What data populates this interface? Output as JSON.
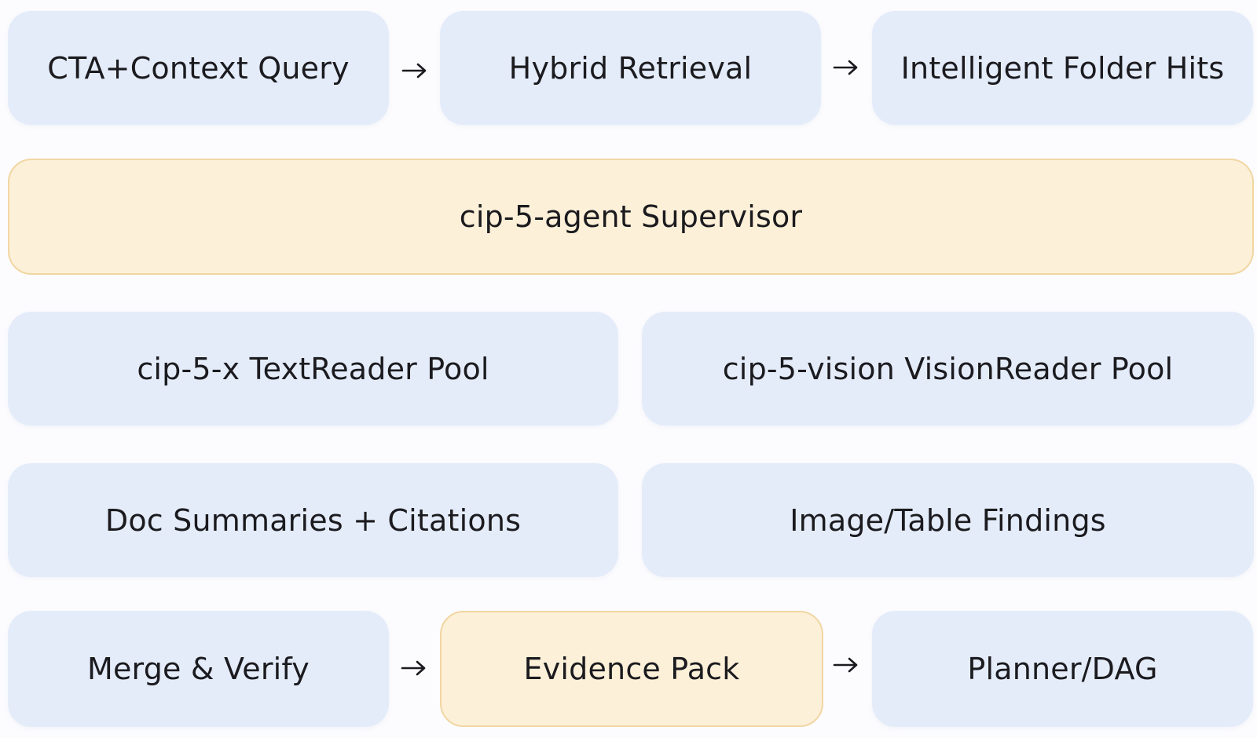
{
  "diagram": {
    "row1": {
      "query": "CTA+Context Query",
      "retrieval": "Hybrid Retrieval",
      "folder_hits": "Intelligent Folder Hits"
    },
    "supervisor": "cip-5-agent Supervisor",
    "pools": {
      "text_reader": "cip-5-x TextReader Pool",
      "vision_reader": "cip-5-vision VisionReader Pool"
    },
    "findings": {
      "doc_summaries": "Doc Summaries + Citations",
      "image_table": "Image/Table Findings"
    },
    "row5": {
      "merge": "Merge & Verify",
      "evidence": "Evidence Pack",
      "planner": "Planner/DAG"
    }
  },
  "colors": {
    "box_blue": "#e4ecfa",
    "box_orange": "#fdf0d8",
    "box_orange_border": "#f1d6a3",
    "text": "#1b1b1f"
  },
  "icons": {
    "arrow": "right-arrow-icon"
  }
}
